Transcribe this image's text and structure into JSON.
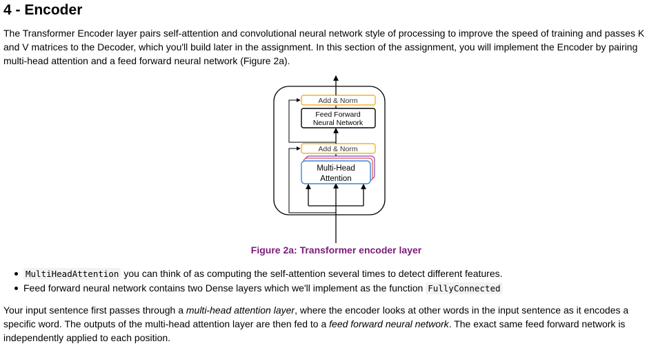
{
  "heading": "4 - Encoder",
  "intro": "The Transformer Encoder layer pairs self-attention and convolutional neural network style of processing to improve the speed of training and passes K and V matrices to the Decoder, which you'll build later in the assignment. In this section of the assignment, you will implement the Encoder by pairing multi-head attention and a feed forward neural network (Figure 2a).",
  "figure": {
    "add_norm_top": "Add & Norm",
    "ffn_line1": "Feed Forward",
    "ffn_line2": "Neural Network",
    "add_norm_bottom": "Add & Norm",
    "mha_line1": "Multi-Head",
    "mha_line2": "Attention",
    "caption": "Figure 2a: Transformer encoder layer",
    "colors": {
      "add_norm_border": "#f0b429",
      "mha_border": "#3a86d8",
      "mha_stack_1": "#d9534f",
      "mha_stack_2": "#8e44ad",
      "caption": "#7b1a7b"
    }
  },
  "bullets": [
    {
      "code": "MultiHeadAttention",
      "text": " you can think of as computing the self-attention several times to detect different features."
    },
    {
      "text": "Feed forward neural network contains two Dense layers which we'll implement as the function ",
      "code": "FullyConnected"
    }
  ],
  "closing": {
    "t1": "Your input sentence first passes through a ",
    "e1": "multi-head attention layer",
    "t2": ", where the encoder looks at other words in the input sentence as it encodes a specific word. The outputs of the multi-head attention layer are then fed to a ",
    "e2": "feed forward neural network",
    "t3": ". The exact same feed forward network is independently applied to each position."
  }
}
